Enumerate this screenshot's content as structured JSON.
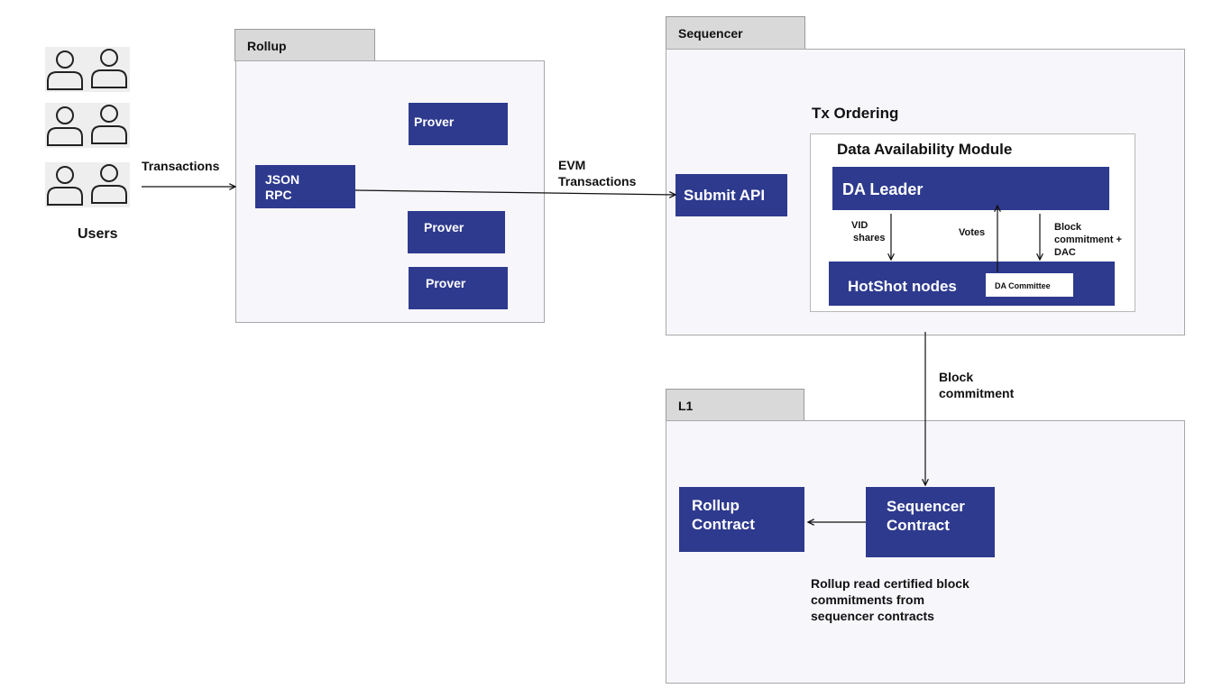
{
  "users": {
    "label": "Users",
    "icon_name": "user-icon"
  },
  "rollup": {
    "tab_label": "Rollup",
    "json_rpc_line1": "JSON",
    "json_rpc_line2": "RPC",
    "prover_label": "Prover"
  },
  "sequencer": {
    "tab_label": "Sequencer",
    "submit_api_label": "Submit API",
    "tx_ordering_label": "Tx Ordering",
    "da_module_label": "Data Availability Module",
    "da_leader_label": "DA Leader",
    "hotshot_label": "HotShot nodes",
    "da_committee_label": "DA Committee"
  },
  "l1": {
    "tab_label": "L1",
    "rollup_contract_line1": "Rollup",
    "rollup_contract_line2": "Contract",
    "sequencer_contract_line1": "Sequencer",
    "sequencer_contract_line2": "Contract",
    "note_line1": "Rollup read certified block",
    "note_line2": "commitments from",
    "note_line3": "sequencer contracts"
  },
  "edges": {
    "transactions": "Transactions",
    "evm_line1": "EVM",
    "evm_line2": "Transactions",
    "vid_line1": "VID",
    "vid_line2": "shares",
    "votes": "Votes",
    "block_commit_dac_line1": "Block",
    "block_commit_dac_line2": "commitment +",
    "block_commit_dac_line3": "DAC",
    "block_commitment_line1": "Block",
    "block_commitment_line2": "commitment"
  },
  "colors": {
    "box_fill": "#2e3a8e",
    "frame_fill": "#f7f6fb",
    "tab_fill": "#d9d9d9"
  }
}
